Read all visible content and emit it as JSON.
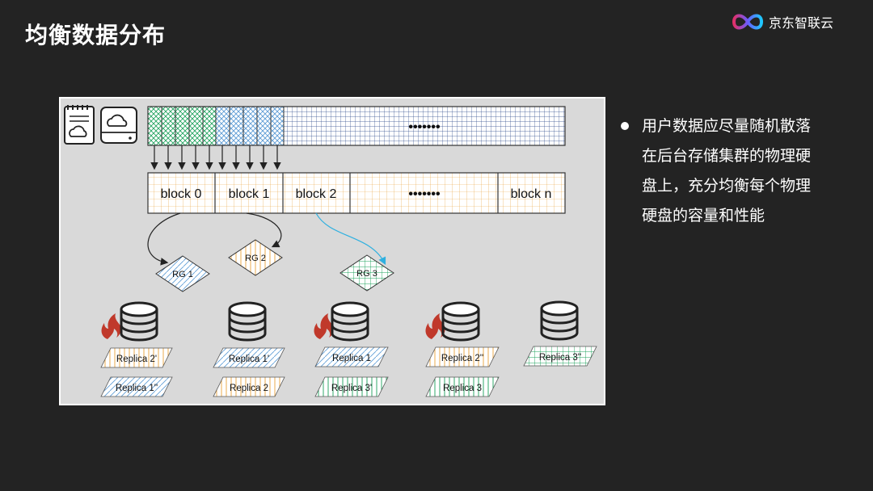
{
  "slide": {
    "title": "均衡数据分布",
    "logo_text": "京东智联云"
  },
  "diagram": {
    "ellipsis": "•••••••",
    "blocks": [
      "block 0",
      "block 1",
      "block 2",
      "•••••••",
      "block n"
    ],
    "raid_groups": [
      "RG 1",
      "RG 2",
      "RG 3"
    ],
    "disks": [
      {
        "hot": true,
        "replicas": [
          "Replica 2'",
          "Replica 1''"
        ]
      },
      {
        "hot": false,
        "replicas": [
          "Replica 1'",
          "Replica 2"
        ]
      },
      {
        "hot": true,
        "replicas": [
          "Replica 1",
          "Replica 3'"
        ]
      },
      {
        "hot": true,
        "replicas": [
          "Replica 2''",
          "Replica 3"
        ]
      },
      {
        "hot": false,
        "replicas": [
          "Replica 3''"
        ]
      }
    ],
    "colors": {
      "orange": "#e9a23b",
      "blue": "#5b9bd5",
      "navy": "#2e4a8c",
      "green": "#1aa05a",
      "red": "#c0392b",
      "background": "#d9d9d9"
    }
  },
  "bullets": [
    "用户数据应尽量随机散落在后台存储集群的物理硬盘上，充分均衡每个物理硬盘的容量和性能"
  ]
}
